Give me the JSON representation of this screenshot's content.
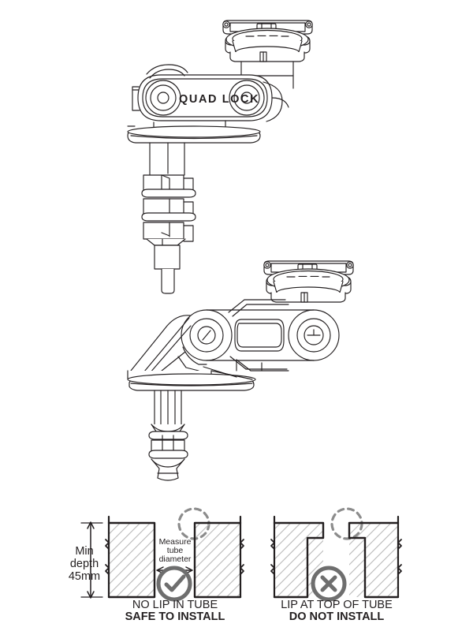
{
  "document": {
    "title": "Quad Lock Motorcycle Mount Installation Diagram",
    "background_color": "#ffffff",
    "line_color": "#231f20",
    "gray_icon_color": "#6e6e6e",
    "hatch_color": "#b9b9b9",
    "dashed_circle_color": "#8c8c8c"
  },
  "assemblies": [
    {
      "name": "upper-mount-assembly",
      "description": "Straight stem bar mount with branded arm and expander wedge",
      "brand_text": "QUAD LOCK",
      "parts": [
        "phone-mount-head",
        "mount-arm",
        "base-plate",
        "stem-post",
        "expander-wedge",
        "expander-bolt-tip"
      ]
    },
    {
      "name": "lower-mount-assembly",
      "description": "Angled arm bar mount with two pivot bolts and expander wedge",
      "parts": [
        "phone-mount-head",
        "angled-arm",
        "pivot-bolt-left",
        "pivot-bolt-right",
        "base-plate",
        "stem-post",
        "expander-wedge"
      ]
    }
  ],
  "install_guide": {
    "panels": [
      {
        "id": "panel-safe",
        "dimension_label": "Min\ndepth\n45mm",
        "dimension_lines": [
          "Min",
          "depth",
          "45mm"
        ],
        "callout_lines": [
          "Measure",
          "tube",
          "diameter"
        ],
        "icon": "check-circle-icon",
        "caption_primary": "NO LIP IN TUBE",
        "caption_secondary": "SAFE TO INSTALL",
        "tube_profile": "straight",
        "status": "safe"
      },
      {
        "id": "panel-unsafe",
        "icon": "cross-circle-icon",
        "caption_primary": "LIP AT TOP OF TUBE",
        "caption_secondary": "DO NOT INSTALL",
        "tube_profile": "lipped",
        "status": "unsafe"
      }
    ]
  }
}
